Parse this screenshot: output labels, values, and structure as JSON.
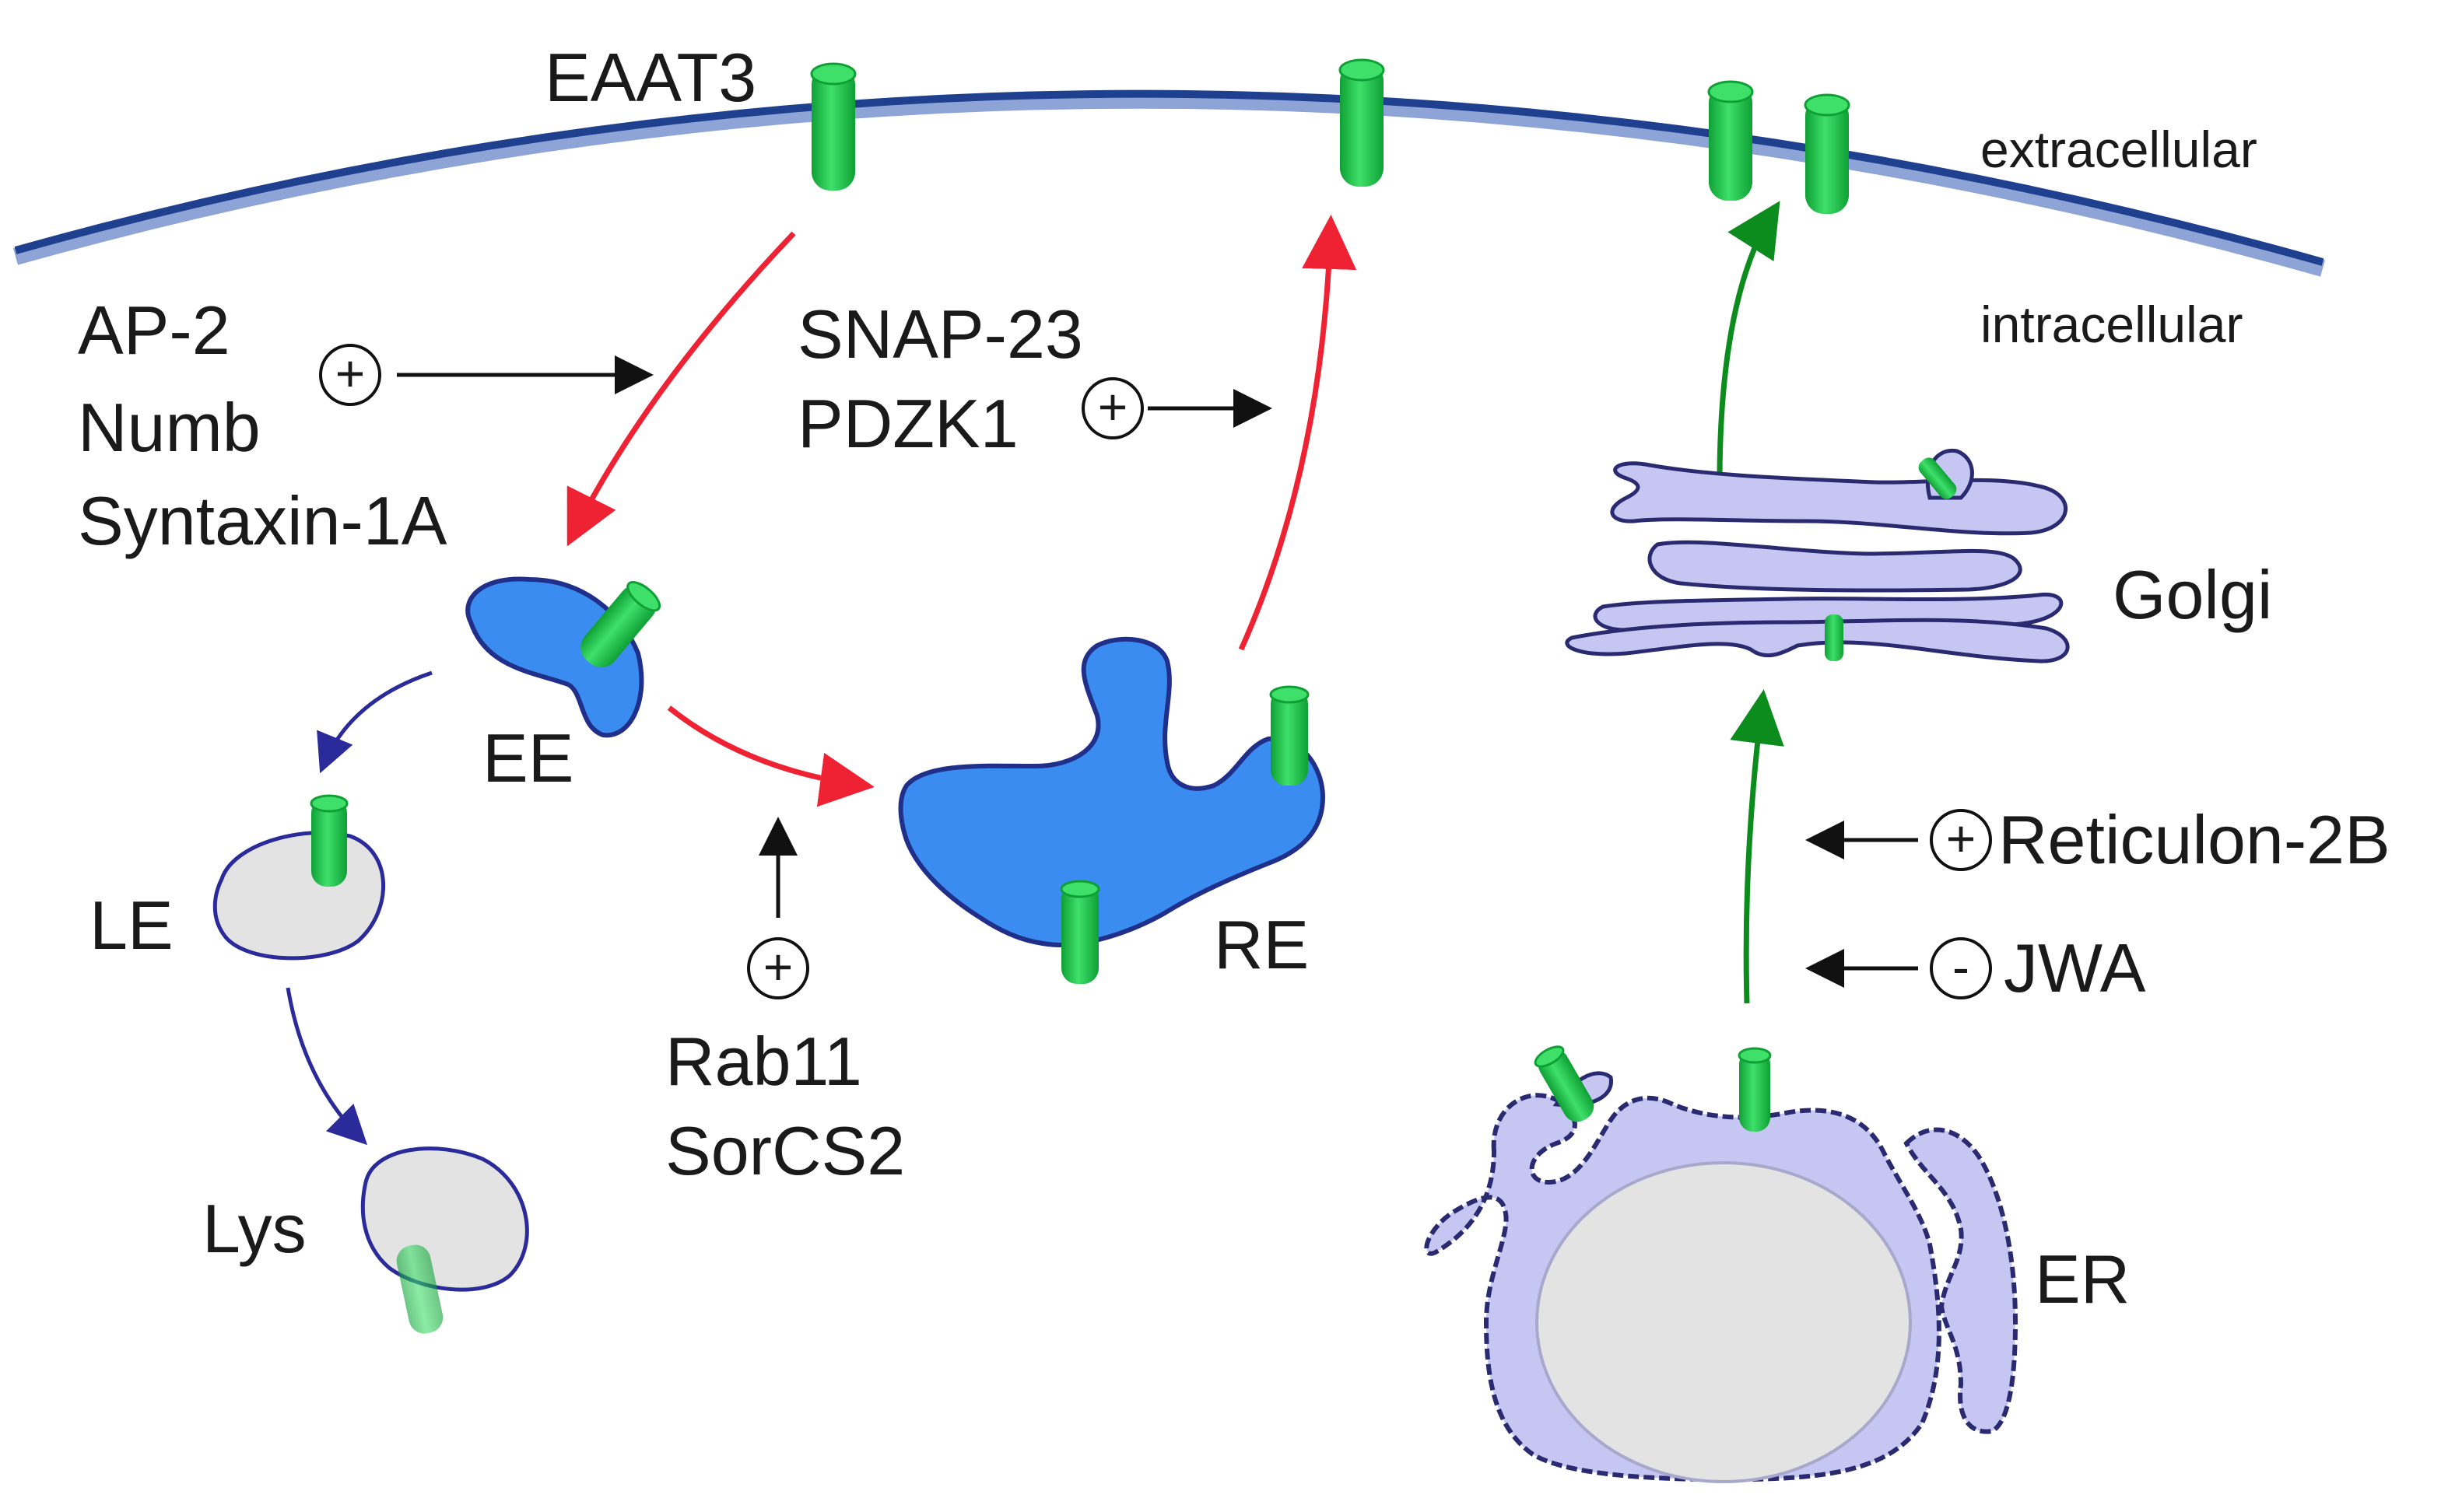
{
  "labels": {
    "eaat3": "EAAT3",
    "extracellular": "extracellular",
    "intracellular": "intracellular",
    "ap2": "AP-2",
    "numb": "Numb",
    "syntaxin": "Syntaxin-1A",
    "snap23": "SNAP-23",
    "pdzk1": "PDZK1",
    "ee": "EE",
    "le": "LE",
    "lys": "Lys",
    "re": "RE",
    "rab11": "Rab11",
    "sorcs2": "SorCS2",
    "golgi": "Golgi",
    "reticulon": "Reticulon-2B",
    "jwa": "JWA",
    "er": "ER"
  },
  "symbols": {
    "plus": "+",
    "minus": "-"
  },
  "colors": {
    "membrane": "#1f3f8f",
    "membrane_inner": "#8ea3d6",
    "transporter": "#1fcc4a",
    "transporter_dark": "#0fa035",
    "endosome_fill": "#3b8cf0",
    "endosome_stroke": "#1f2f8a",
    "vesicle_fill": "#e3e3e3",
    "organelle_fill": "#c6c6f3",
    "internalization_arrow": "#ee2233",
    "secretory_arrow": "#0c8c1c",
    "degradation_arrow": "#2a2a9a"
  }
}
